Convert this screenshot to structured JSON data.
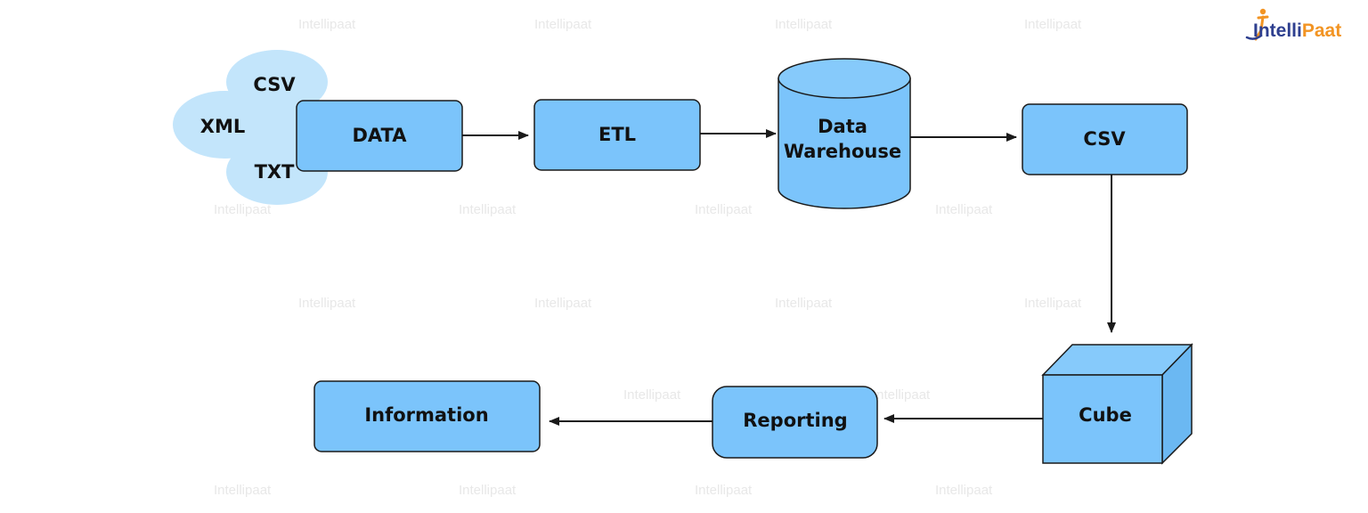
{
  "brand": {
    "logo_lead": "I",
    "logo_mid": "ntelli",
    "logo_tail": "Paat",
    "watermark": "Intellipaat"
  },
  "sources": [
    "CSV",
    "XML",
    "TXT"
  ],
  "nodes": {
    "data": "DATA",
    "etl": "ETL",
    "warehouse_line1": "Data",
    "warehouse_line2": "Warehouse",
    "csv": "CSV",
    "cube": "Cube",
    "reporting": "Reporting",
    "information": "Information"
  },
  "colors": {
    "node_fill": "#7bc4fb",
    "cloud_fill": "#c3e5fb",
    "stroke": "#1a1a1a",
    "logo_blue": "#2e3f8f",
    "logo_orange": "#f29423"
  }
}
